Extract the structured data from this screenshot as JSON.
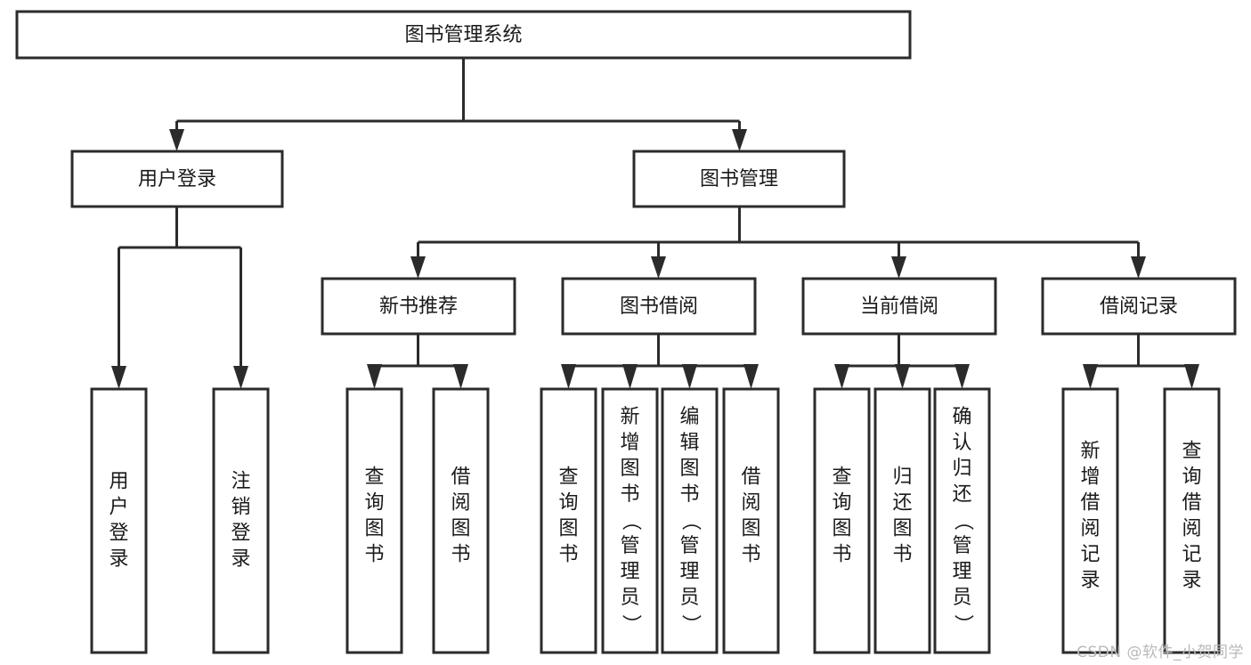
{
  "diagram": {
    "title": "图书管理系统",
    "type": "tree-hierarchy-chart",
    "watermark": "CSDN @软件_小贺同学",
    "colors": {
      "background": "#ffffff",
      "stroke": "#2b2b2b",
      "box_fill": "#ffffff",
      "text": "#1a1a1a",
      "watermark": "#b9b9b9"
    },
    "root": {
      "label": "图书管理系统",
      "orientation": "horizontal"
    },
    "level2": [
      {
        "label": "用户登录",
        "orientation": "horizontal"
      },
      {
        "label": "图书管理",
        "orientation": "horizontal"
      }
    ],
    "level3": [
      {
        "label": "新书推荐",
        "orientation": "horizontal"
      },
      {
        "label": "图书借阅",
        "orientation": "horizontal"
      },
      {
        "label": "当前借阅",
        "orientation": "horizontal"
      },
      {
        "label": "借阅记录",
        "orientation": "horizontal"
      }
    ],
    "leaves": {
      "user_login": [
        {
          "label": "用户登录",
          "orientation": "vertical"
        },
        {
          "label": "注销登录",
          "orientation": "vertical"
        }
      ],
      "new_book_recommend": [
        {
          "label": "查询图书",
          "orientation": "vertical"
        },
        {
          "label": "借阅图书",
          "orientation": "vertical"
        }
      ],
      "book_borrow": [
        {
          "label": "查询图书",
          "orientation": "vertical"
        },
        {
          "label": "新增图书（管理员）",
          "orientation": "vertical"
        },
        {
          "label": "编辑图书（管理员）",
          "orientation": "vertical"
        },
        {
          "label": "借阅图书",
          "orientation": "vertical"
        }
      ],
      "current_borrow": [
        {
          "label": "查询图书",
          "orientation": "vertical"
        },
        {
          "label": "归还图书",
          "orientation": "vertical"
        },
        {
          "label": "确认归还（管理员）",
          "orientation": "vertical"
        }
      ],
      "borrow_record": [
        {
          "label": "新增借阅记录",
          "orientation": "vertical"
        },
        {
          "label": "查询借阅记录",
          "orientation": "vertical"
        }
      ]
    }
  }
}
